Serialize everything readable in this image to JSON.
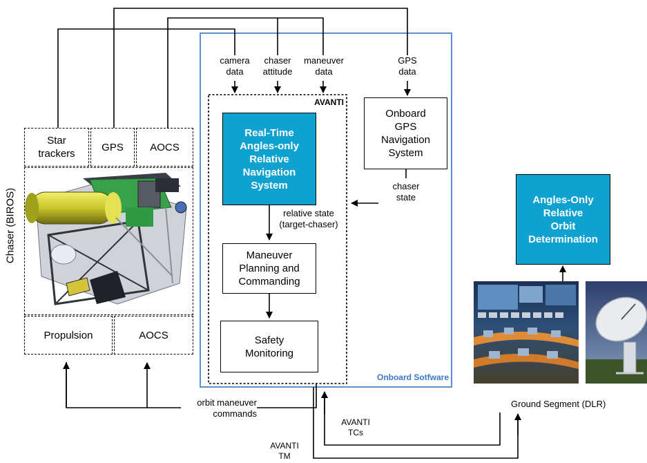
{
  "chaser": {
    "label": "Chaser (BIROS)",
    "sensors": [
      "Star\ntrackers",
      "GPS",
      "AOCS"
    ],
    "actuators": [
      "Propulsion",
      "AOCS"
    ]
  },
  "inputs": {
    "camera": "camera\ndata",
    "attitude": "chaser\nattitude",
    "maneuver": "maneuver\ndata",
    "gps": "GPS\ndata"
  },
  "onboard": {
    "container_label": "Onboard Sotfware",
    "avanti_label": "AVANTI",
    "realtime_nav": "Real-Time\nAngles-only\nRelative\nNavigation\nSystem",
    "relative_state": "relative state\n(target-chaser)",
    "maneuver_planning": "Maneuver\nPlanning and\nCommanding",
    "safety": "Safety\nMonitoring",
    "gps_nav": "Onboard\nGPS\nNavigation\nSystem",
    "chaser_state": "chaser\nstate"
  },
  "ground": {
    "od_box": "Angles-Only\nRelative\nOrbit\nDetermination",
    "label": "Ground Segment (DLR)"
  },
  "links": {
    "orbit_commands": "orbit maneuver\ncommands",
    "avanti_tcs": "AVANTI\nTCs",
    "avanti_tm": "AVANTI\nTM"
  },
  "colors": {
    "accent_blue": "#0fa1cf",
    "software_frame": "#5b8fd3",
    "software_label": "#3b78c6"
  }
}
